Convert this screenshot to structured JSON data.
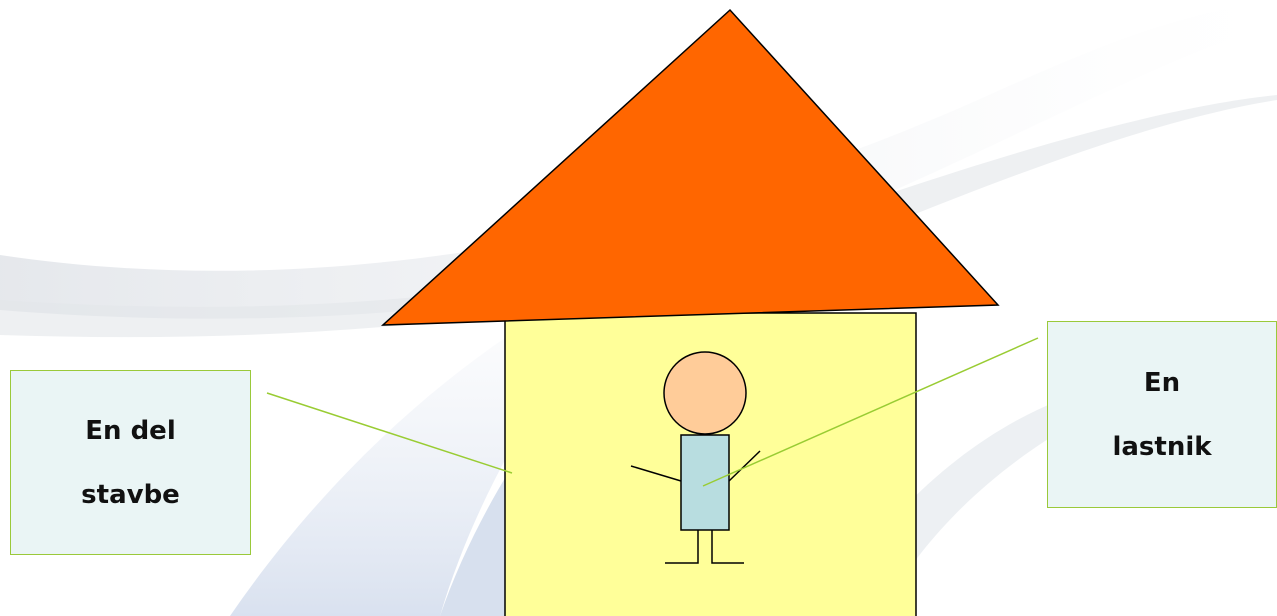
{
  "colors": {
    "roof": "#ff6600",
    "wall": "#ffff99",
    "head": "#ffcc99",
    "body": "#b8dde0",
    "leader_line": "#99cc33",
    "callout_border": "#9ac93a",
    "callout_fill": "#eaf5f5",
    "outline": "#000000"
  },
  "callouts": {
    "left": {
      "line1": "En del",
      "line2": "stavbe"
    },
    "right": {
      "line1": "En",
      "line2": "lastnik"
    }
  }
}
